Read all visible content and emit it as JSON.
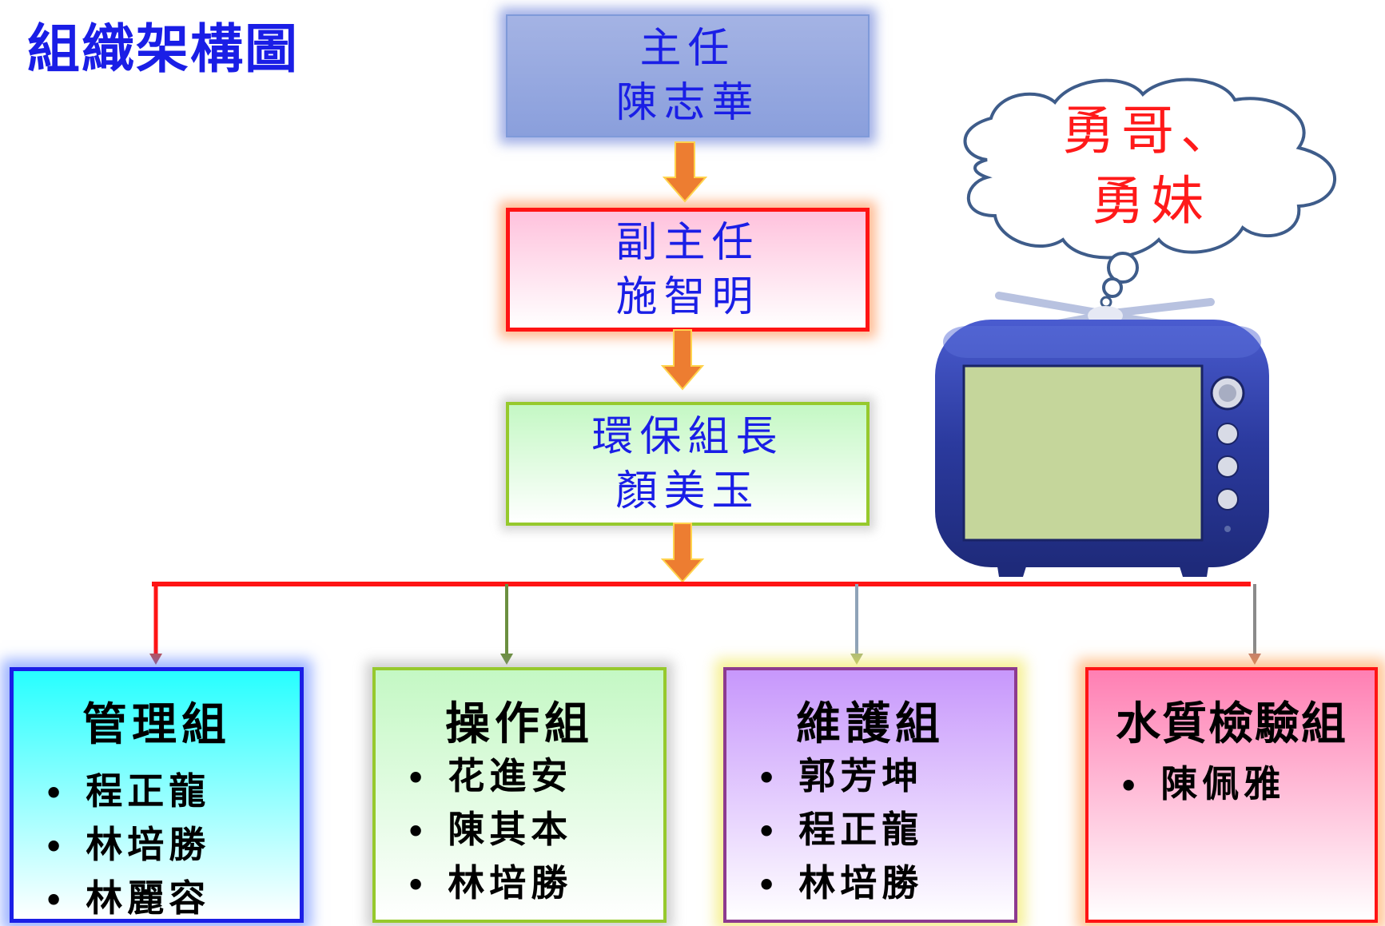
{
  "page_title": "組織架構圖",
  "director": {
    "role": "主任",
    "name": "陳志華"
  },
  "deputy": {
    "role": "副主任",
    "name": "施智明"
  },
  "leader": {
    "role": "環保組長",
    "name": "顏美玉"
  },
  "groups": [
    {
      "title": "管理組",
      "members": [
        "程正龍",
        "林培勝",
        "林麗容"
      ]
    },
    {
      "title": "操作組",
      "members": [
        "花進安",
        "陳其本",
        "林培勝"
      ]
    },
    {
      "title": "維護組",
      "members": [
        "郭芳坤",
        "程正龍",
        "林培勝"
      ]
    },
    {
      "title": "水質檢驗組",
      "members": [
        "陳佩雅"
      ]
    }
  ],
  "bullet": "•",
  "thought_bubble": {
    "line1": "勇哥、",
    "line2": "勇妹"
  },
  "colors": {
    "title_blue": "#1a1ee6",
    "connector_red": "#ff1414",
    "arrow_orange": "#ed7d31",
    "thought_red": "#ff1a1a",
    "tv_body": "#2b3a9e",
    "tv_screen": "#c5d69b"
  },
  "icons": [
    "television-icon",
    "thought-bubble-icon",
    "down-arrow-icon"
  ]
}
